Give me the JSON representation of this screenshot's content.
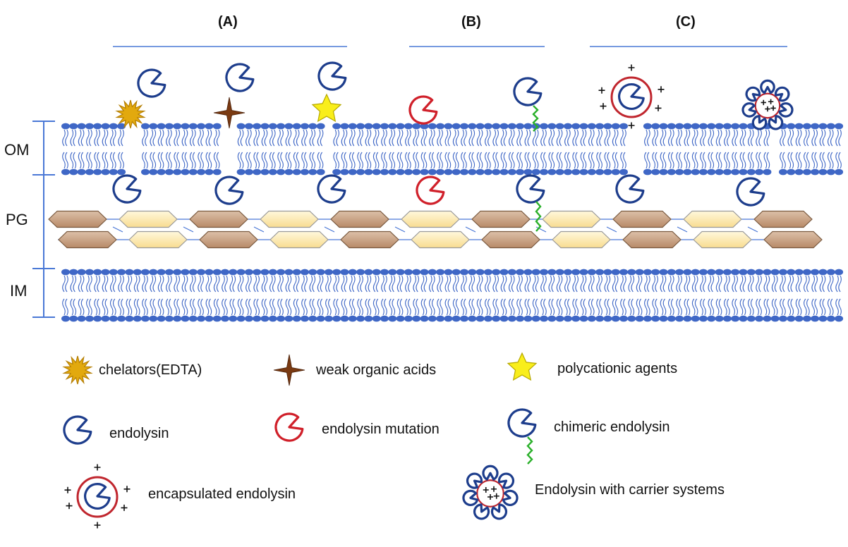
{
  "panels": {
    "a": "(A)",
    "b": "(B)",
    "c": "(C)"
  },
  "layers": {
    "om": "OM",
    "pg": "PG",
    "im": "IM"
  },
  "legend": {
    "chelators": "chelators(EDTA)",
    "acids": "weak organic acids",
    "polycationic": "polycationic agents",
    "endolysin": "endolysin",
    "mutation": "endolysin mutation",
    "chimeric": "chimeric endolysin",
    "encapsulated": "encapsulated endolysin",
    "carrier": "Endolysin with carrier systems"
  },
  "colors": {
    "membrane": "#3f67c6",
    "endolysin": "#1d3d8c",
    "mutation": "#d0202a",
    "linker": "#2bb02b",
    "chelator": "#e2a90e",
    "acid": "#7a3a12",
    "polycation": "#f9ee1b",
    "pg_brown": "#c49a7a",
    "pg_cream": "#fde8ab",
    "capsule": "#c0262e"
  }
}
